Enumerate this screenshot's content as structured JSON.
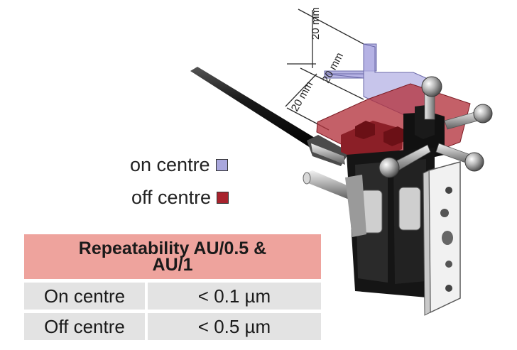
{
  "legend": {
    "on_centre": {
      "label": "on centre",
      "color": "#a9a7dd"
    },
    "off_centre": {
      "label": "off centre",
      "color": "#a8232d"
    }
  },
  "dimensions": {
    "vertical": "20 mm",
    "horizontal": "20 mm",
    "diagonal": "20 mm"
  },
  "table": {
    "header_line1": "Repeatability AU/0.5 &",
    "header_line2": "AU/1",
    "header_color": "#eea39d",
    "rows": [
      {
        "label": "On centre",
        "value": "< 0.1 µm"
      },
      {
        "label": "Off centre",
        "value": "< 0.5 µm"
      }
    ]
  }
}
